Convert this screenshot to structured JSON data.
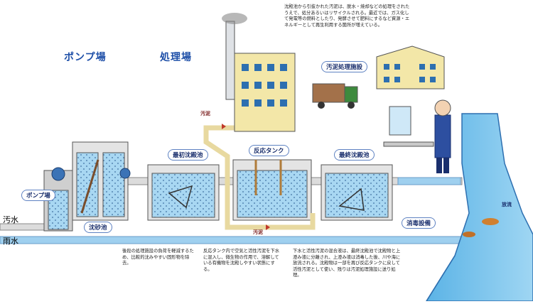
{
  "headers": {
    "pump_station": "ポンプ場",
    "treatment_plant": "処理場"
  },
  "facility_labels": {
    "pump": "ポンプ場",
    "grit_chamber": "沈砂池",
    "primary_settling": "最初沈殿池",
    "reaction_tank": "反応タンク",
    "final_settling": "最終沈殿池",
    "disinfection": "消毒設備",
    "sludge_facility": "汚泥処理施設"
  },
  "flow_labels": {
    "sewage": "汚水",
    "rainwater": "雨水",
    "sludge_top": "汚泥",
    "sludge_bottom": "汚泥",
    "discharge": "放流"
  },
  "notes": {
    "sludge": "沈殿池から引抜かれた汚泥は、脱水・焼却などの処理をされたうえで、処分あるいはリサイクルされる。最近では、ガス化して発電等の燃料としたり、発酵させて肥料にするなど資源・エネルギーとして再生利用する箇所が増えている。",
    "grit": "後段の処理施設の負荷を軽減するため、比較的沈みやすい固形物を除去。",
    "reaction": "反応タンク内で空気と活性汚泥を下水に混入し、微生物の作用で、溶解している有機物を沈殿しやすい状態にする。",
    "final": "下水と活性汚泥の混合液は、最終沈殿池で沈殿物と上澄み液に分離され、上澄み液は消毒した後、川や海に放流される。沈殿物は一部を再び反応タンクに戻して活性汚泥として使い、残りは汚泥処理施設に送り処理。"
  },
  "colors": {
    "pipe": "#dcdcdc",
    "sludge_pipe": "#e8d9a0",
    "water": "#9fd0ef",
    "river": "#7fc3ea",
    "header_text": "#1e4fa8",
    "arrow": "#c0392b"
  }
}
